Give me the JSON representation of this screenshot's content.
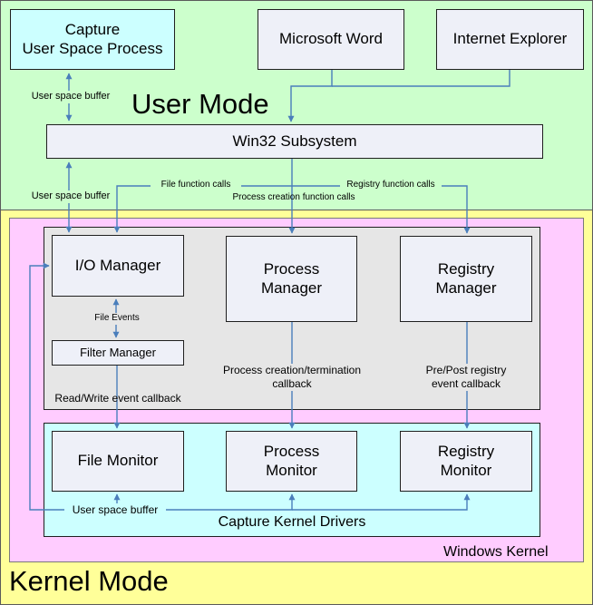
{
  "regions": {
    "user_mode": {
      "label": "User Mode",
      "color": "#ccffcc"
    },
    "kernel_mode": {
      "label": "Kernel Mode",
      "color": "#ffff99"
    },
    "windows_kernel": {
      "label": "Windows Kernel",
      "color": "#ffccff"
    },
    "managers_group": {
      "color": "#e6e6e6"
    },
    "capture_kernel_drivers": {
      "label": "Capture Kernel Drivers",
      "color": "#ccffff"
    }
  },
  "boxes": {
    "capture_process": "Capture\nUser Space Process",
    "microsoft_word": "Microsoft Word",
    "internet_explorer": "Internet Explorer",
    "win32_subsystem": "Win32 Subsystem",
    "io_manager": "I/O Manager",
    "process_manager": "Process\nManager",
    "registry_manager": "Registry\nManager",
    "filter_manager": "Filter Manager",
    "file_monitor": "File Monitor",
    "process_monitor": "Process\nMonitor",
    "registry_monitor": "Registry\nMonitor"
  },
  "labels": {
    "user_space_buffer_top": "User space buffer",
    "user_space_buffer_mid": "User space buffer",
    "user_space_buffer_bottom": "User space buffer",
    "file_function_calls": "File function calls",
    "registry_function_calls": "Registry function calls",
    "process_creation_function_calls": "Process creation function calls",
    "file_events": "File Events",
    "read_write_callback": "Read/Write event callback",
    "process_callback": "Process creation/termination\ncallback",
    "registry_callback": "Pre/Post registry\nevent callback"
  },
  "colors": {
    "arrow": "#4a7ebb",
    "box_fill": "#eef0f8",
    "capture_box_fill": "#ccffff"
  }
}
